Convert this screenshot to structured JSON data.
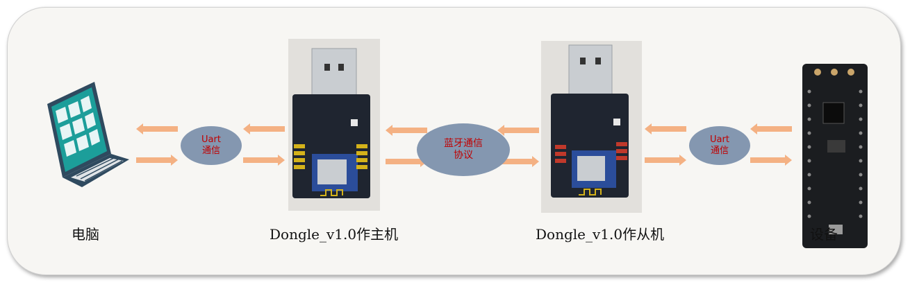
{
  "nodes": {
    "pc": {
      "label": "电脑"
    },
    "master": {
      "label": "Dongle_v1.0作主机"
    },
    "slave": {
      "label": "Dongle_v1.0作从机"
    },
    "device": {
      "label": "设备"
    }
  },
  "links": {
    "uart_left": {
      "line1": "Uart",
      "line2": "通信"
    },
    "ble": {
      "line1": "蓝牙通信",
      "line2": "协议"
    },
    "uart_right": {
      "line1": "Uart",
      "line2": "通信"
    }
  },
  "colors": {
    "arrow": "#f4b183",
    "ellipse": "#8497b0",
    "ellipse_text": "#c00000",
    "laptop_body": "#2f4a5f",
    "laptop_screen": "#1c9e9a"
  }
}
